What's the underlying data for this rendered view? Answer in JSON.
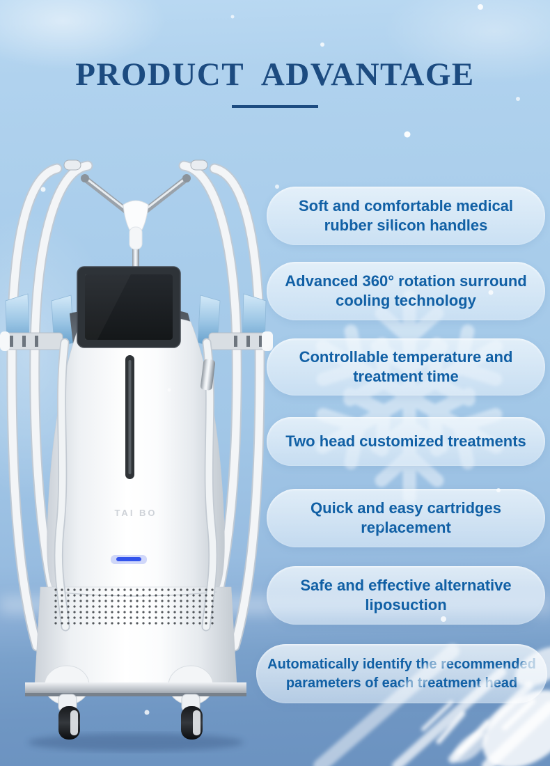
{
  "page": {
    "title": "PRODUCT ADVANTAGE"
  },
  "machine": {
    "brand_label": "TAI BO"
  },
  "advantages": [
    {
      "line1": "Soft and comfortable medical",
      "line2": "rubber silicon handles"
    },
    {
      "line1": "Advanced 360° rotation surround",
      "line2": "cooling technology"
    },
    {
      "line1": "Controllable temperature and",
      "line2": "treatment time"
    },
    {
      "line1": "Two head customized treatments",
      "line2": ""
    },
    {
      "line1": "Quick and easy cartridges",
      "line2": "replacement"
    },
    {
      "line1": "Safe and effective alternative",
      "line2": "liposuction"
    },
    {
      "line1": "Automatically identify the recommended",
      "line2": "parameters of each treatment head"
    }
  ],
  "colors": {
    "title_text": "#1c4b80",
    "advantage_text": "#1160a5",
    "pill_background": "rgba(236,245,252,0.70)",
    "background_top": "#bad9f2",
    "background_bottom": "#6b92c0",
    "led_accent": "#3354ec",
    "screen_bezel": "#2e3338"
  },
  "icons": {
    "snowflake": "snowflake-icon",
    "frost_crystals": "frost-icon",
    "snow_dots": "snow-dots-icon"
  }
}
